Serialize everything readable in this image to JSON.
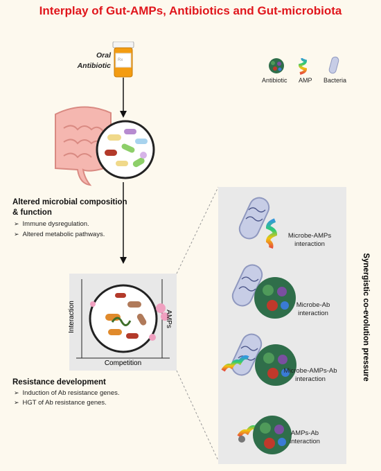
{
  "title": "Interplay of Gut-AMPs, Antibiotics and Gut-microbiota",
  "antibiotic_label": {
    "line1": "Oral",
    "line2": "Antibiotic"
  },
  "legend": {
    "antibiotic": "Antibiotic",
    "amp": "AMP",
    "bacteria": "Bacteria"
  },
  "section1": {
    "heading_line1": "Altered microbial composition",
    "heading_line2": "& function",
    "bullets": [
      "Immune dysregulation.",
      "Altered metabolic pathways."
    ]
  },
  "box": {
    "left_label": "Interaction",
    "right_label": "AMPs",
    "bottom_label": "Competition"
  },
  "section2": {
    "heading": "Resistance development",
    "bullets": [
      "Induction of Ab resistance genes.",
      "HGT of Ab resistance genes."
    ]
  },
  "pressure_label": "Synergistic co-evolution pressure",
  "interactions": [
    {
      "line1": "Microbe-AMPs",
      "line2": "interaction"
    },
    {
      "line1": "Microbe-Ab",
      "line2": "interaction"
    },
    {
      "line1": "Microbe-AMPs-Ab",
      "line2": "interaction"
    },
    {
      "line1": "AMPs-Ab",
      "line2": "interaction"
    }
  ],
  "colors": {
    "title": "#e0161c",
    "background": "#fdf9ee",
    "panel": "#e9e9e9",
    "bottle": "#f39c12",
    "bacteria": "#c7cde6"
  }
}
